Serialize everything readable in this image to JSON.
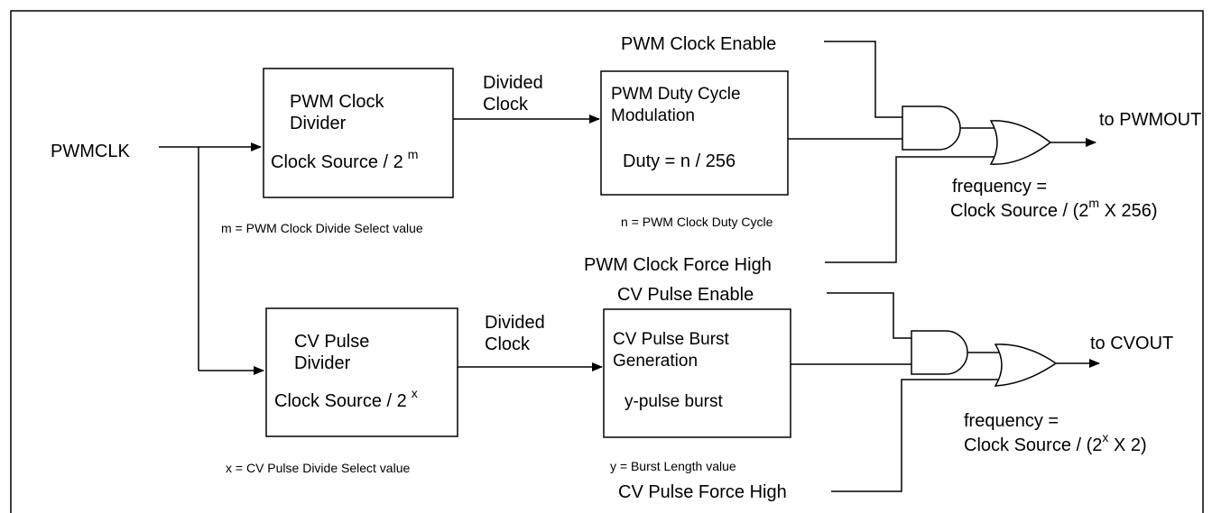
{
  "input": {
    "label": "PWMCLK"
  },
  "pwm": {
    "divider": {
      "line1": "PWM Clock",
      "line2": "Divider",
      "formula_prefix": "Clock Source / 2",
      "formula_exp": "m"
    },
    "divider_note": "m = PWM Clock Divide Select value",
    "divided_clock": {
      "line1": "Divided",
      "line2": "Clock"
    },
    "modulator": {
      "line1": "PWM Duty Cycle",
      "line2": "Modulation",
      "line3": "Duty = n / 256"
    },
    "modulator_note": "n = PWM Clock Duty Cycle",
    "enable_label": "PWM Clock Enable",
    "force_high_label": "PWM Clock Force High",
    "output_label": "to PWMOUT",
    "frequency": {
      "line1": "frequency =",
      "prefix": "Clock Source / (2",
      "exp": "m",
      "suffix": " X 256)"
    }
  },
  "cv": {
    "divider": {
      "line1": "CV Pulse",
      "line2": "Divider",
      "formula_prefix": "Clock Source / 2",
      "formula_exp": "x"
    },
    "divider_note": "x = CV Pulse Divide Select value",
    "divided_clock": {
      "line1": "Divided",
      "line2": "Clock"
    },
    "burst": {
      "line1": "CV Pulse Burst",
      "line2": "Generation",
      "line3": "y-pulse burst"
    },
    "burst_note": "y = Burst Length value",
    "enable_label": "CV Pulse Enable",
    "force_high_label": "CV Pulse Force High",
    "output_label": "to CVOUT",
    "frequency": {
      "line1": "frequency =",
      "prefix": "Clock Source / (2",
      "exp": "x",
      "suffix": " X 2)"
    }
  }
}
